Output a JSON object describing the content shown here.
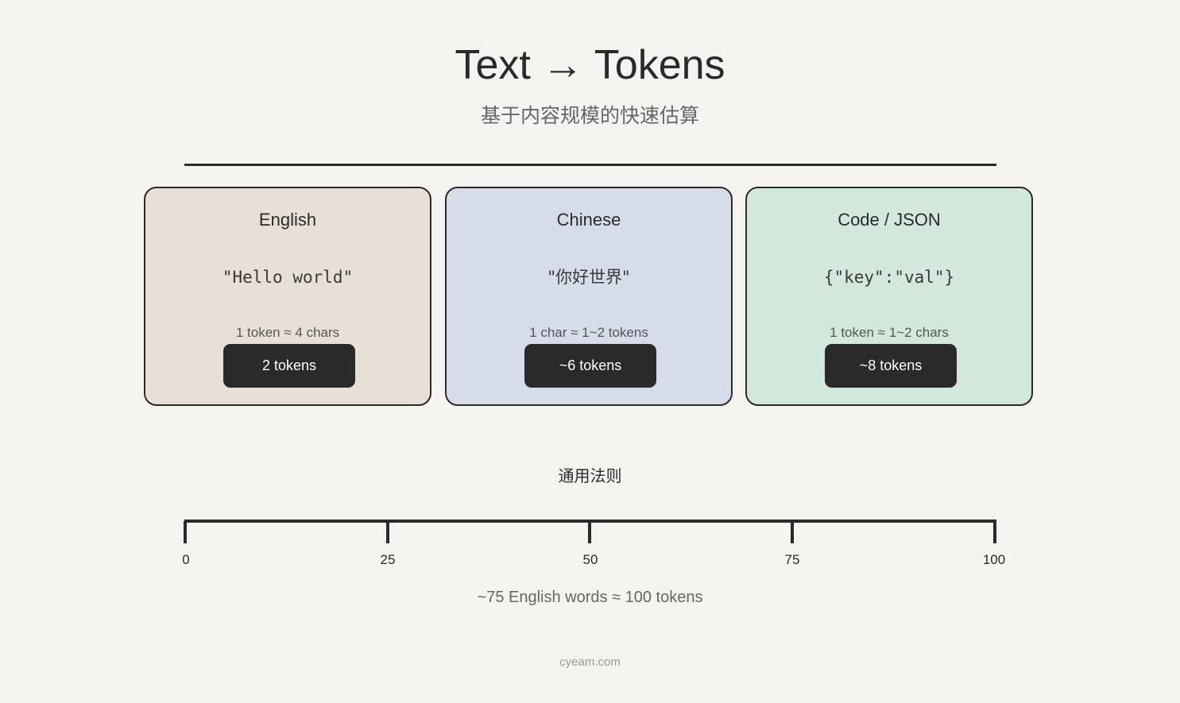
{
  "header": {
    "title": "Text → Tokens",
    "subtitle": "基于内容规模的快速估算"
  },
  "colors": {
    "ink": "#2a2a2a",
    "background": "#f5f4f0",
    "english_card": "#e8e0d6",
    "chinese_card": "#d6dde8",
    "code_card": "#d3e8dd"
  },
  "cards": [
    {
      "heading": "English",
      "sample": "\"Hello world\"",
      "rule": "1 token ≈ 4 chars",
      "badge": "2 tokens"
    },
    {
      "heading": "Chinese",
      "sample": "\"你好世界\"",
      "rule": "1 char ≈ 1~2 tokens",
      "badge": "~6 tokens"
    },
    {
      "heading": "Code / JSON",
      "sample": "{\"key\":\"val\"}",
      "rule": "1 token ≈ 1~2 chars",
      "badge": "~8 tokens"
    }
  ],
  "rule_of_thumb": {
    "heading": "通用法则",
    "scale_labels": [
      "0",
      "25",
      "50",
      "75",
      "100"
    ],
    "note": "~75 English words ≈ 100 tokens"
  },
  "footer": "cyeam.com"
}
